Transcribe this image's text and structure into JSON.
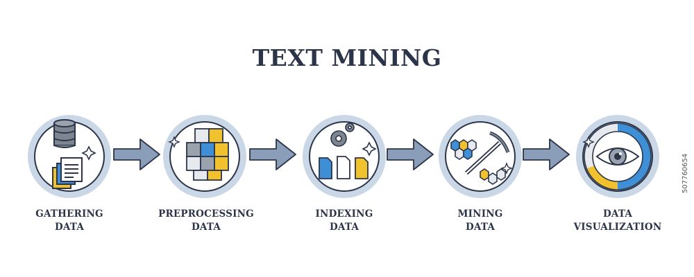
{
  "title": "TEXT MINING",
  "steps": [
    {
      "line1": "GATHERING",
      "line2": "DATA",
      "icon": "database-documents-icon"
    },
    {
      "line1": "PREPROCESSING",
      "line2": "DATA",
      "icon": "cubes-icon"
    },
    {
      "line1": "INDEXING",
      "line2": "DATA",
      "icon": "gears-files-icon"
    },
    {
      "line1": "MINING",
      "line2": "DATA",
      "icon": "pickaxe-hexagons-icon"
    },
    {
      "line1": "DATA",
      "line2": "VISUALIZATION",
      "icon": "eye-donut-chart-icon"
    }
  ],
  "watermark": "507760654",
  "colors": {
    "dark": "#2b3448",
    "ring": "#c9d7e6",
    "arrow": "#8a9db9",
    "blue": "#3f8fd6",
    "yellow": "#f2c12e",
    "gray": "#7d8690"
  }
}
